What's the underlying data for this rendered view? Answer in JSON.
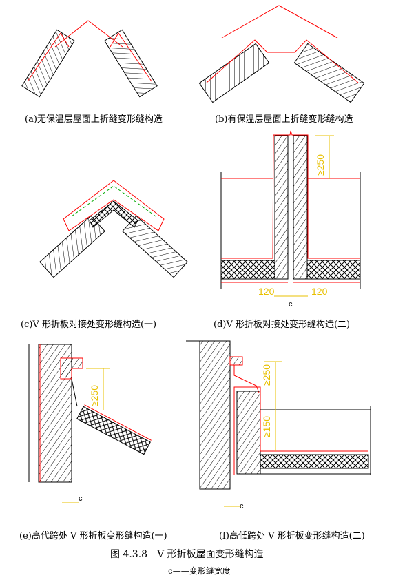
{
  "captions": {
    "a": "(a)无保温层屋面上折缝变形缝构造",
    "b": "(b)有保温层屋面上折缝变形缝构造",
    "c": "(c)V 形折板对接处变形缝构造(一)",
    "d": "(d)V 形折板对接处变形缝构造(二)",
    "e": "(e)高代跨处 V 形折板变形缝构造(一)",
    "f": "(f)高低跨处 V 形折板变形缝构造(二)"
  },
  "figure_title": "图 4.3.8　V 形折板屋面变形缝构造",
  "legend": "c——变形缝宽度",
  "dimensions": {
    "d_height": "≥250",
    "d_left": "120",
    "d_right": "120",
    "d_gap": "c",
    "e_height": "≥250",
    "e_gap": "c",
    "f_height_top": "≥250",
    "f_height_low": "≥150",
    "f_gap": "c"
  },
  "colors": {
    "flashing": "#ff0000",
    "dimension": "#e8c000",
    "cap_line": "#00aa00"
  }
}
